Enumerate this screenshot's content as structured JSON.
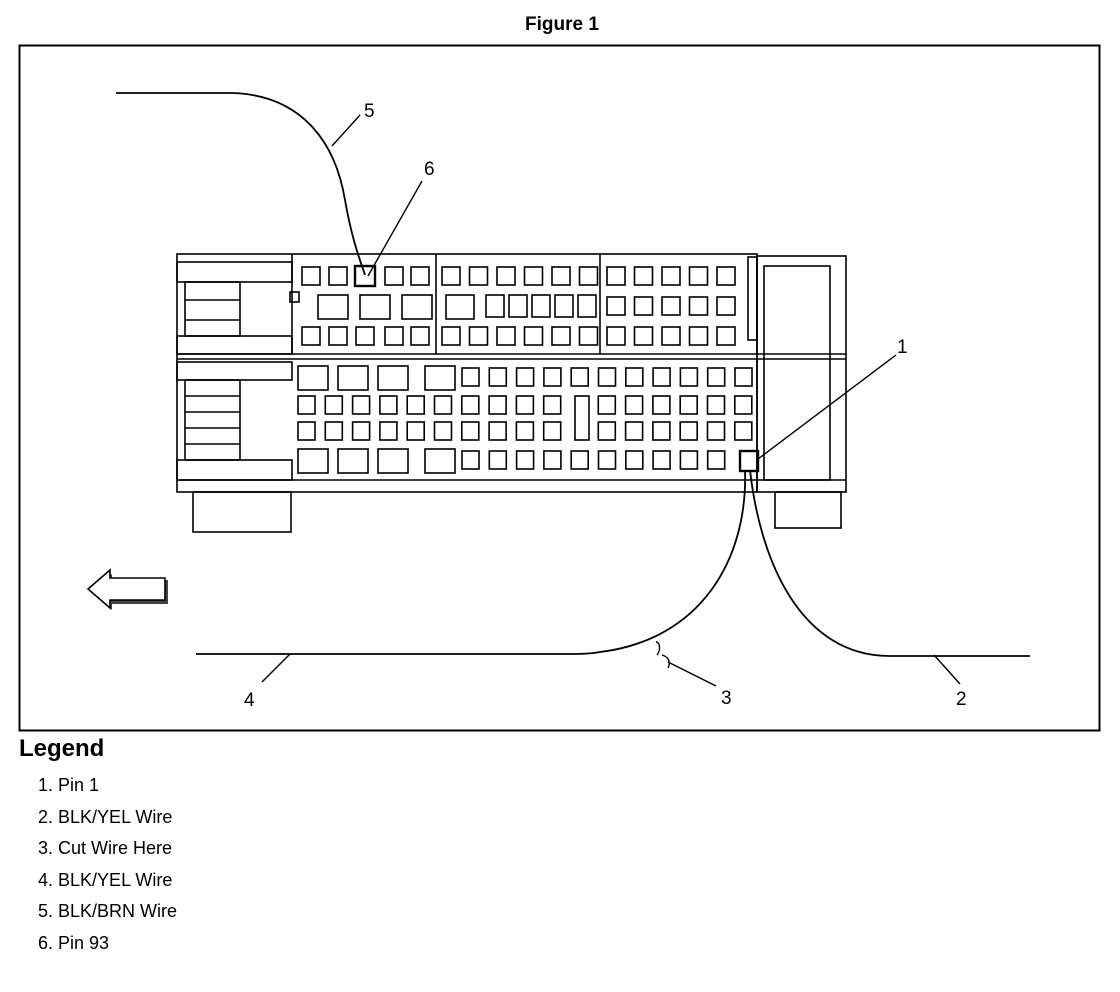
{
  "figure": {
    "title": "Figure 1"
  },
  "callouts": [
    "1",
    "2",
    "3",
    "4",
    "5",
    "6"
  ],
  "legend": {
    "title": "Legend",
    "items": [
      {
        "number": "1.",
        "label": "Pin 1"
      },
      {
        "number": "2.",
        "label": "BLK/YEL Wire"
      },
      {
        "number": "3.",
        "label": "Cut Wire Here"
      },
      {
        "number": "4.",
        "label": "BLK/YEL Wire"
      },
      {
        "number": "5.",
        "label": "BLK/BRN Wire"
      },
      {
        "number": "6.",
        "label": "Pin 93"
      }
    ]
  },
  "icons": {
    "direction_arrow": "left-arrow-icon"
  },
  "colors": {
    "line": "#000000",
    "background": "#ffffff"
  }
}
